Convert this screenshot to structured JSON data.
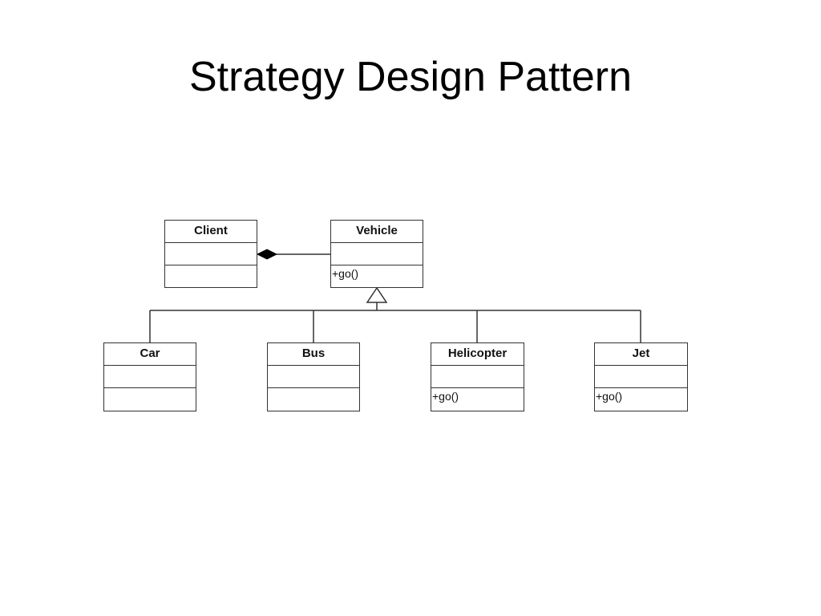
{
  "title": "Strategy Design Pattern",
  "diagram": {
    "classes": {
      "client": {
        "name": "Client",
        "attributes": "",
        "operations": ""
      },
      "vehicle": {
        "name": "Vehicle",
        "attributes": "",
        "operations": "+go()"
      },
      "car": {
        "name": "Car",
        "attributes": "",
        "operations": ""
      },
      "bus": {
        "name": "Bus",
        "attributes": "",
        "operations": ""
      },
      "helicopter": {
        "name": "Helicopter",
        "attributes": "",
        "operations": "+go()"
      },
      "jet": {
        "name": "Jet",
        "attributes": "",
        "operations": "+go()"
      }
    },
    "relationships": [
      {
        "type": "composition",
        "from": "Client",
        "to": "Vehicle"
      },
      {
        "type": "generalization",
        "parent": "Vehicle",
        "children": [
          "Car",
          "Bus",
          "Helicopter",
          "Jet"
        ]
      }
    ]
  }
}
